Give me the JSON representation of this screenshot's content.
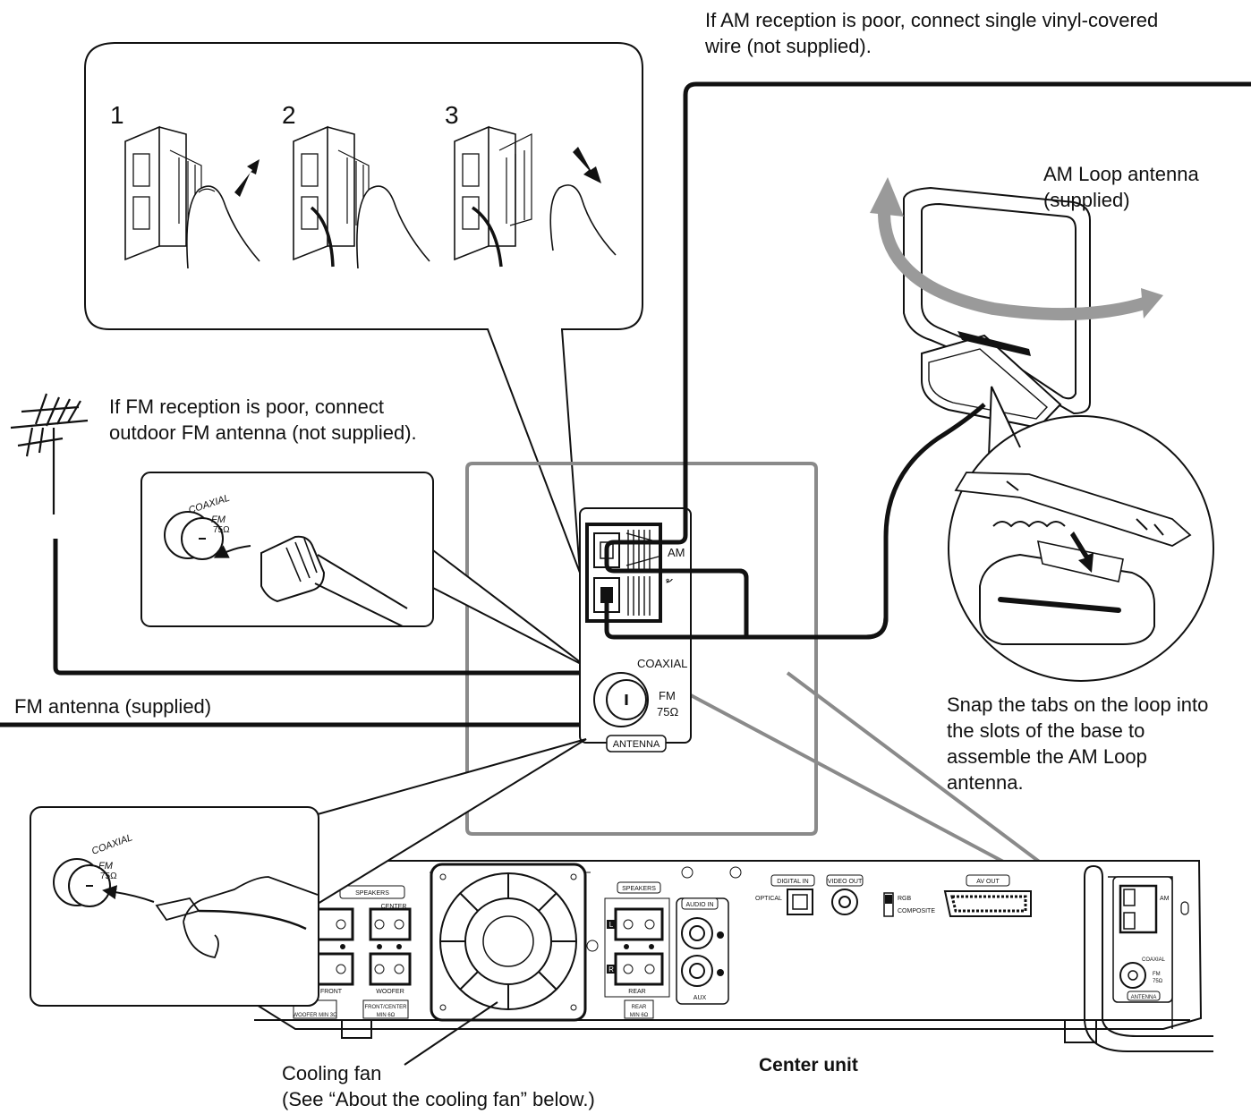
{
  "captions": {
    "am_poor": [
      "If AM reception is poor, connect single vinyl-covered",
      "wire (not supplied)."
    ],
    "am_loop": [
      "AM Loop antenna",
      "(supplied)"
    ],
    "fm_poor": [
      "If FM reception is poor, connect",
      "outdoor FM antenna (not supplied)."
    ],
    "fm_supplied": "FM antenna (supplied)",
    "snap": [
      "Snap the tabs on the loop into",
      "the slots of the base to",
      "assemble the AM Loop",
      "antenna."
    ],
    "cooling": [
      "Cooling fan",
      "(See “About the cooling fan” below.)"
    ],
    "center_unit": "Center unit"
  },
  "steps": [
    "1",
    "2",
    "3"
  ],
  "panel": {
    "am": "AM",
    "ground": "้",
    "coaxial": "COAXIAL",
    "fm": "FM",
    "ohm": "75Ω",
    "antenna": "ANTENNA"
  },
  "inset": {
    "coaxial": "COAXIAL",
    "fm": "FM",
    "ohm": "75Ω"
  },
  "rear": {
    "speakers": "SPEAKERS",
    "center": "CENTER",
    "front": "FRONT",
    "woofer": "WOOFER",
    "impedance": "WOOFER MIN 3Ω",
    "front_center": [
      "FRONT/CENTER",
      "MIN 6Ω"
    ],
    "speakers_rear": "SPEAKERS",
    "rear": "REAR",
    "rear_min": [
      "REAR",
      "MIN 6Ω"
    ],
    "audio_in": "AUDIO IN",
    "aux": "AUX",
    "l": "L",
    "r": "R",
    "digital_in": "DIGITAL IN",
    "optical": "OPTICAL",
    "video_out": "VIDEO OUT",
    "rgb": "RGB",
    "composite": "COMPOSITE",
    "av_out": "AV OUT",
    "mini_am": "AM",
    "mini_coaxial": "COAXIAL",
    "mini_fm": "FM",
    "mini_ohm": "75Ω",
    "mini_antenna": "ANTENNA"
  },
  "colors": {
    "line": "#111111",
    "gray_frame": "#8a8a8a",
    "arrow_gray": "#9a9a9a",
    "background": "#ffffff"
  }
}
